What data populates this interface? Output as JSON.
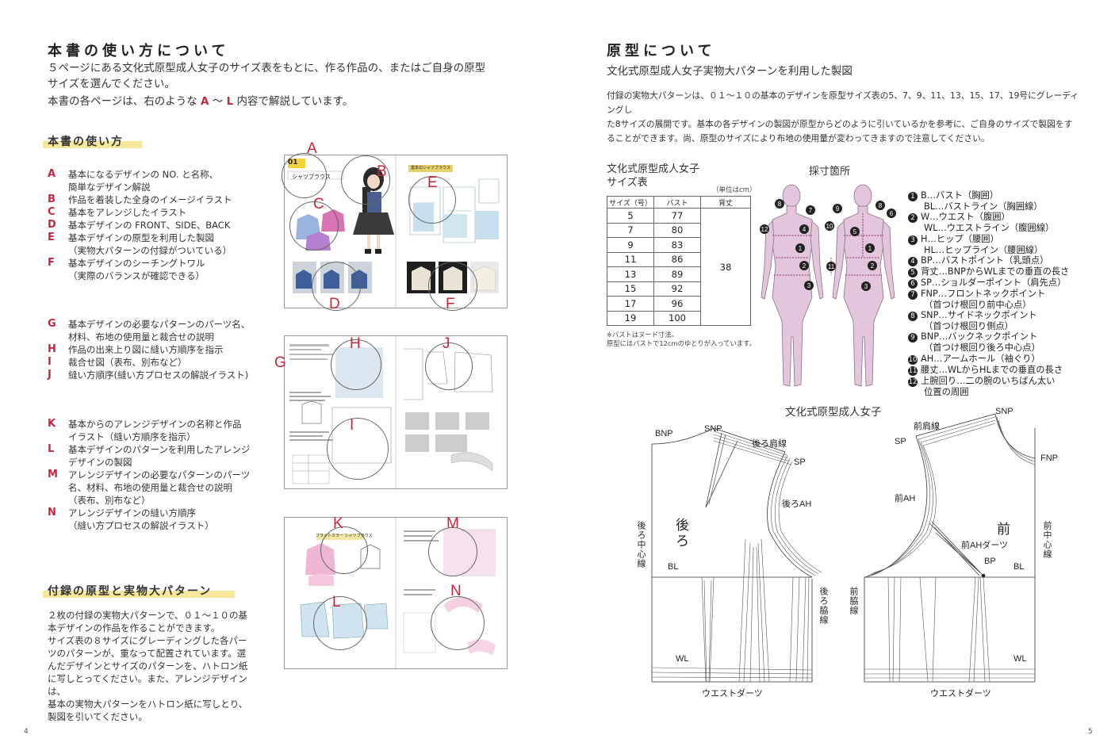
{
  "left": {
    "title": "本書の使い方について",
    "intro": [
      "５ページにある文化式原型成人女子のサイズ表をもとに、作る作品の、またはご自身の原型",
      "サイズを選んでください。"
    ],
    "intro2_pre": "本書の各ページは、右のような ",
    "intro2_a": "A",
    "intro2_mid": " ～ ",
    "intro2_l": "L",
    "intro2_post": " 内容で解説しています。",
    "howto_heading": "本書の使い方",
    "legend1": [
      {
        "key": "A",
        "text": "基本になるデザインの NO. と名称、\n簡単なデザイン解説"
      },
      {
        "key": "B",
        "text": "作品を着装した全身のイメージイラスト"
      },
      {
        "key": "C",
        "text": "基本をアレンジしたイラスト"
      },
      {
        "key": "D",
        "text": "基本デザインの FRONT、SIDE、BACK"
      },
      {
        "key": "E",
        "text": "基本デザインの原型を利用した製図\n（実物大パターンの付録がついている）"
      },
      {
        "key": "F",
        "text": "基本デザインのシーチングトワル\n（実際のバランスが確認できる）"
      }
    ],
    "legend2": [
      {
        "key": "G",
        "text": "基本デザインの必要なパターンのパーツ名、\n材料、布地の使用量と裁合せの説明"
      },
      {
        "key": "H",
        "text": "作品の出来上り図に縫い方順序を指示"
      },
      {
        "key": "I",
        "text": "裁合せ図（表布、別布など）"
      },
      {
        "key": "J",
        "text": "縫い方順序(縫い方プロセスの解説イラスト)"
      }
    ],
    "legend3": [
      {
        "key": "K",
        "text": "基本からのアレンジデザインの名称と作品\nイラスト（縫い方順序を指示）"
      },
      {
        "key": "L",
        "text": "基本デザインのパターンを利用したアレンジ\nデザインの製図"
      },
      {
        "key": "M",
        "text": "アレンジデザインの必要なパターンのパーツ\n名、材料、布地の使用量と裁合せの説明\n（表布、別布など）"
      },
      {
        "key": "N",
        "text": "アレンジデザインの縫い方順序\n（縫い方プロセスの解説イラスト）"
      }
    ],
    "appendix_heading": "付録の原型と実物大パターン",
    "appendix_text": "２枚の付録の実物大パターンで、０１～１０の基\n本デザインの作品を作ることができます。\nサイズ表の８サイズにグレーディングした各パー\nツのパターンが、重なって配置されています。選\nんだデザインとサイズのパターンを、ハトロン紙\nに写しとってください。また、アレンジデザインは、\n基本の実物大パターンをハトロン紙に写しとり、\n製図を引いてください。",
    "page_number": "4",
    "thumb1": {
      "num": "01",
      "title": "シャツブラウス",
      "title2": "基本のシャツブラウス"
    },
    "thumb3": {
      "title": "フラットカラー シャツブラウス"
    },
    "tags": [
      "A",
      "B",
      "C",
      "D",
      "E",
      "F",
      "G",
      "H",
      "I",
      "J",
      "K",
      "L",
      "M",
      "N"
    ]
  },
  "right": {
    "title": "原型について",
    "subtitle": "文化式原型成人女子実物大パターンを利用した製図",
    "paragraph": "付録の実物大パターンは、０１～１０の基本のデザインを原型サイズ表の5、7、9、11、13、15、17、19号にグレーディングし\nた8サイズの展開です。基本の各デザインの製図が原型からどのように引いているかを参考に、ご自身のサイズで製図をす\nることができます。尚、原型のサイズにより布地の使用量が変わってきますので注意してください。",
    "table_title": [
      "文化式原型成人女子",
      "サイズ表"
    ],
    "unit": "（単位はcm）",
    "table_headers": [
      "サイズ（号）",
      "バスト",
      "背丈"
    ],
    "table_rows": [
      [
        "5",
        "77"
      ],
      [
        "7",
        "80"
      ],
      [
        "9",
        "83"
      ],
      [
        "11",
        "86"
      ],
      [
        "13",
        "89"
      ],
      [
        "15",
        "92"
      ],
      [
        "17",
        "96"
      ],
      [
        "19",
        "100"
      ]
    ],
    "back_length": "38",
    "notes": [
      "※バストはヌード寸法。",
      "原型にはバストで12cmのゆとりが入っています。"
    ],
    "measure_title": "採寸箇所",
    "measure_list": [
      {
        "n": "1",
        "text": "B…バスト（胸囲）"
      },
      {
        "n": "",
        "text": "BL…バストライン（胸囲線）"
      },
      {
        "n": "2",
        "text": "W…ウエスト（腹囲）"
      },
      {
        "n": "",
        "text": "WL…ウエストライン（腹囲線）"
      },
      {
        "n": "3",
        "text": "H…ヒップ（腰囲）"
      },
      {
        "n": "",
        "text": "HL…ヒップライン（腰囲線）"
      },
      {
        "n": "4",
        "text": "BP…バストポイント（乳頭点）"
      },
      {
        "n": "5",
        "text": "背丈…BNPからWLまでの垂直の長さ"
      },
      {
        "n": "6",
        "text": "SP…ショルダーポイント（肩先点）"
      },
      {
        "n": "7",
        "text": "FNP…フロントネックポイント"
      },
      {
        "n": "",
        "text": "（首つけ根回り前中心点）"
      },
      {
        "n": "8",
        "text": "SNP…サイドネックポイント"
      },
      {
        "n": "",
        "text": "（首つけ根回り側点）"
      },
      {
        "n": "9",
        "text": "BNP…バックネックポイント"
      },
      {
        "n": "",
        "text": "（首つけ根回り後ろ中心点）"
      },
      {
        "n": "10",
        "text": "AH…アームホール（袖ぐり）"
      },
      {
        "n": "11",
        "text": "腰丈…WLからHLまでの垂直の長さ"
      },
      {
        "n": "12",
        "text": "上腕回り…二の腕のいちばん太い"
      },
      {
        "n": "",
        "text": "位置の周囲"
      }
    ],
    "pattern_title": "文化式原型成人女子",
    "pattern_labels": {
      "bnp": "BNP",
      "snp": "SNP",
      "back_shoulder": "後ろ肩線",
      "sp": "SP",
      "back_ah": "後ろAH",
      "back": "後ろ",
      "back_center": "後ろ中心線",
      "bl": "BL",
      "back_side": "後ろ脇線",
      "wl": "WL",
      "waist_dart": "ウエストダーツ",
      "front_shoulder": "前肩線",
      "fnp": "FNP",
      "front_ah": "前AH",
      "front": "前",
      "front_center": "前中心線",
      "front_ah_dart": "前AHダーツ",
      "bp": "BP",
      "front_side": "前脇線"
    },
    "page_number": "5"
  },
  "colors": {
    "accent_red": "#c8243a",
    "highlight": "#f7e79a",
    "body_pink": "#e3c6dc"
  }
}
